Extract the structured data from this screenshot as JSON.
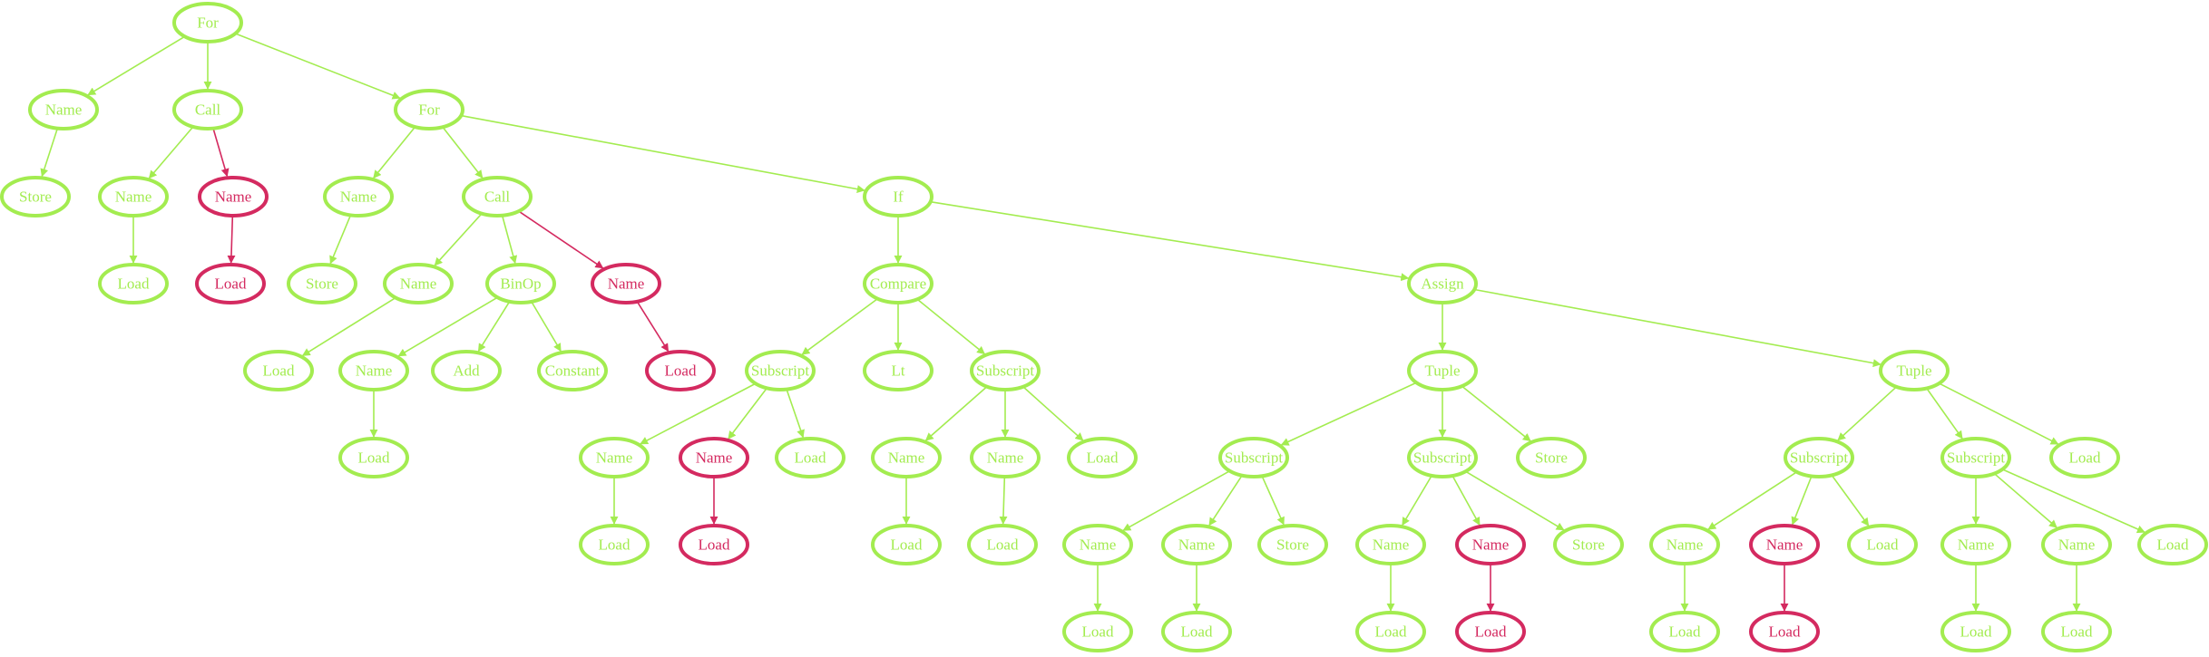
{
  "colors": {
    "normal": "#a3ec50",
    "highlight": "#d42a60"
  },
  "nodes": [
    {
      "id": "n0",
      "label": "For"
    },
    {
      "id": "n1",
      "label": "Name"
    },
    {
      "id": "n2",
      "label": "Store"
    },
    {
      "id": "n3",
      "label": "Call"
    },
    {
      "id": "n4",
      "label": "Name"
    },
    {
      "id": "n5",
      "label": "Load"
    },
    {
      "id": "n6",
      "label": "Name",
      "highlight": true
    },
    {
      "id": "n7",
      "label": "Load",
      "highlight": true
    },
    {
      "id": "n8",
      "label": "For"
    },
    {
      "id": "n9",
      "label": "Name"
    },
    {
      "id": "n10",
      "label": "Store"
    },
    {
      "id": "n11",
      "label": "Call"
    },
    {
      "id": "n12",
      "label": "Name"
    },
    {
      "id": "n13",
      "label": "Load"
    },
    {
      "id": "n14",
      "label": "BinOp"
    },
    {
      "id": "n15",
      "label": "Name"
    },
    {
      "id": "n16",
      "label": "Load"
    },
    {
      "id": "n17",
      "label": "Add"
    },
    {
      "id": "n18",
      "label": "Constant"
    },
    {
      "id": "n19",
      "label": "Name",
      "highlight": true
    },
    {
      "id": "n20",
      "label": "Load",
      "highlight": true
    },
    {
      "id": "n21",
      "label": "If"
    },
    {
      "id": "n22",
      "label": "Compare"
    },
    {
      "id": "n23",
      "label": "Subscript"
    },
    {
      "id": "n24",
      "label": "Name"
    },
    {
      "id": "n25",
      "label": "Load"
    },
    {
      "id": "n26",
      "label": "Name",
      "highlight": true
    },
    {
      "id": "n27",
      "label": "Load",
      "highlight": true
    },
    {
      "id": "n28",
      "label": "Load"
    },
    {
      "id": "n29",
      "label": "Lt"
    },
    {
      "id": "n30",
      "label": "Subscript"
    },
    {
      "id": "n31",
      "label": "Name"
    },
    {
      "id": "n32",
      "label": "Load"
    },
    {
      "id": "n33",
      "label": "Name"
    },
    {
      "id": "n34",
      "label": "Load"
    },
    {
      "id": "n35",
      "label": "Load"
    },
    {
      "id": "n36",
      "label": "Assign"
    },
    {
      "id": "n37",
      "label": "Tuple"
    },
    {
      "id": "n38",
      "label": "Subscript"
    },
    {
      "id": "n39",
      "label": "Name"
    },
    {
      "id": "n40",
      "label": "Load"
    },
    {
      "id": "n41",
      "label": "Name"
    },
    {
      "id": "n42",
      "label": "Load"
    },
    {
      "id": "n43",
      "label": "Store"
    },
    {
      "id": "n44",
      "label": "Subscript"
    },
    {
      "id": "n45",
      "label": "Name"
    },
    {
      "id": "n46",
      "label": "Load"
    },
    {
      "id": "n47",
      "label": "Name",
      "highlight": true
    },
    {
      "id": "n48",
      "label": "Load",
      "highlight": true
    },
    {
      "id": "n49",
      "label": "Store"
    },
    {
      "id": "n50",
      "label": "Store"
    },
    {
      "id": "n51",
      "label": "Tuple"
    },
    {
      "id": "n52",
      "label": "Subscript"
    },
    {
      "id": "n53",
      "label": "Name"
    },
    {
      "id": "n54",
      "label": "Load"
    },
    {
      "id": "n55",
      "label": "Name",
      "highlight": true
    },
    {
      "id": "n56",
      "label": "Load",
      "highlight": true
    },
    {
      "id": "n57",
      "label": "Load"
    },
    {
      "id": "n58",
      "label": "Subscript"
    },
    {
      "id": "n59",
      "label": "Name"
    },
    {
      "id": "n60",
      "label": "Load"
    },
    {
      "id": "n61",
      "label": "Name"
    },
    {
      "id": "n62",
      "label": "Load"
    },
    {
      "id": "n63",
      "label": "Load"
    },
    {
      "id": "n64",
      "label": "Load"
    }
  ],
  "edges": [
    [
      "n0",
      "n1"
    ],
    [
      "n1",
      "n2"
    ],
    [
      "n0",
      "n3"
    ],
    [
      "n3",
      "n4"
    ],
    [
      "n4",
      "n5"
    ],
    [
      "n3",
      "n6",
      true
    ],
    [
      "n6",
      "n7",
      true
    ],
    [
      "n0",
      "n8"
    ],
    [
      "n8",
      "n9"
    ],
    [
      "n9",
      "n10"
    ],
    [
      "n8",
      "n11"
    ],
    [
      "n11",
      "n12"
    ],
    [
      "n12",
      "n13"
    ],
    [
      "n11",
      "n14"
    ],
    [
      "n14",
      "n15"
    ],
    [
      "n15",
      "n16"
    ],
    [
      "n14",
      "n17"
    ],
    [
      "n14",
      "n18"
    ],
    [
      "n11",
      "n19",
      true
    ],
    [
      "n19",
      "n20",
      true
    ],
    [
      "n8",
      "n21"
    ],
    [
      "n21",
      "n22"
    ],
    [
      "n22",
      "n23"
    ],
    [
      "n23",
      "n24"
    ],
    [
      "n24",
      "n25"
    ],
    [
      "n23",
      "n26"
    ],
    [
      "n26",
      "n27",
      true
    ],
    [
      "n23",
      "n28"
    ],
    [
      "n22",
      "n29"
    ],
    [
      "n22",
      "n30"
    ],
    [
      "n30",
      "n31"
    ],
    [
      "n31",
      "n32"
    ],
    [
      "n30",
      "n33"
    ],
    [
      "n33",
      "n34"
    ],
    [
      "n30",
      "n35"
    ],
    [
      "n21",
      "n36"
    ],
    [
      "n36",
      "n37"
    ],
    [
      "n37",
      "n38"
    ],
    [
      "n38",
      "n39"
    ],
    [
      "n39",
      "n40"
    ],
    [
      "n38",
      "n41"
    ],
    [
      "n41",
      "n42"
    ],
    [
      "n38",
      "n43"
    ],
    [
      "n37",
      "n44"
    ],
    [
      "n44",
      "n45"
    ],
    [
      "n45",
      "n46"
    ],
    [
      "n44",
      "n47"
    ],
    [
      "n47",
      "n48",
      true
    ],
    [
      "n44",
      "n49"
    ],
    [
      "n37",
      "n50"
    ],
    [
      "n36",
      "n51"
    ],
    [
      "n51",
      "n52"
    ],
    [
      "n52",
      "n53"
    ],
    [
      "n53",
      "n54"
    ],
    [
      "n52",
      "n55"
    ],
    [
      "n55",
      "n56",
      true
    ],
    [
      "n52",
      "n57"
    ],
    [
      "n51",
      "n58"
    ],
    [
      "n58",
      "n59"
    ],
    [
      "n59",
      "n60"
    ],
    [
      "n58",
      "n61"
    ],
    [
      "n61",
      "n62"
    ],
    [
      "n58",
      "n63"
    ],
    [
      "n51",
      "n64"
    ]
  ]
}
